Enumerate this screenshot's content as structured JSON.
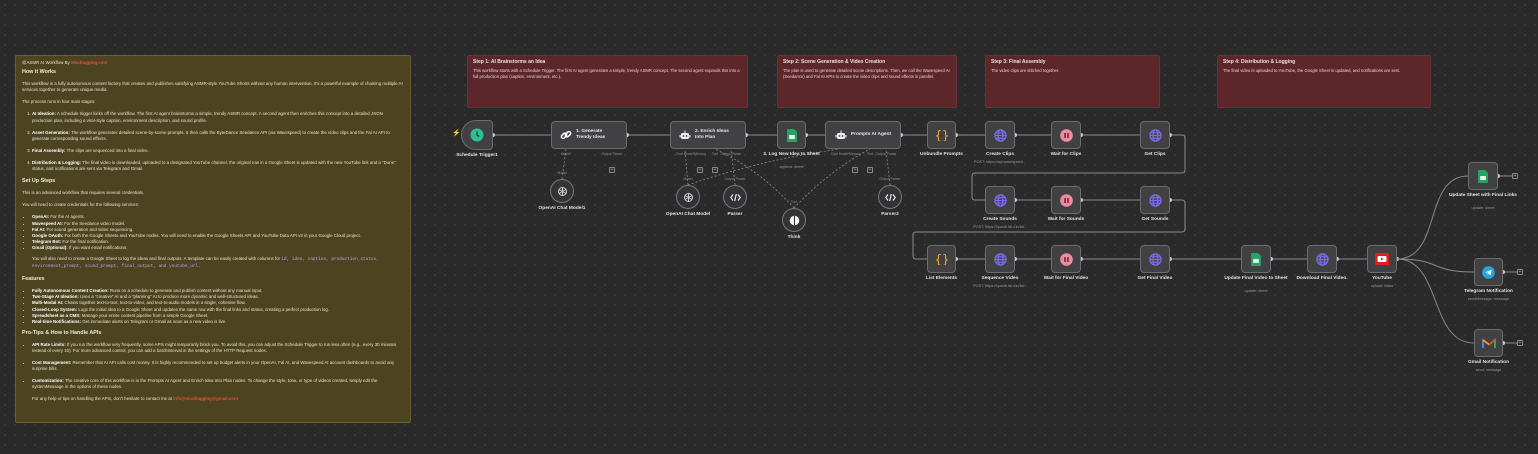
{
  "main_note": {
    "title_prefix": "@ASMR AI Workflow By ",
    "title_link": "Mixdragging.com",
    "blocks": [
      {
        "type": "h",
        "text": "How it Works"
      },
      {
        "type": "p",
        "text": "This workflow is a fully autonomous content factory that creates and publishes satisfying ASMR-style YouTube Shorts without any human intervention. It's a powerful example of chaining multiple AI services together to generate unique media."
      },
      {
        "type": "p",
        "text": "The process runs in four main stages:"
      },
      {
        "type": "ol",
        "items": [
          {
            "b": "AI Ideation:",
            "t": " A schedule trigger kicks off the workflow. The first AI agent brainstorms a simple, trendy ASMR concept. A second agent then enriches this concept into a detailed JSON production plan, including a viral-style caption, environment description, and sound profile."
          },
          {
            "b": "Asset Generation:",
            "t": " The workflow generates detailed scene-by-scene prompts. It then calls the ByteDance Seedance API (via Wavespeed) to create the video clips and the Fal AI API to generate corresponding sound effects."
          },
          {
            "b": "Final Assembly:",
            "t": " The clips are sequenced into a final video."
          },
          {
            "b": "Distribution & Logging:",
            "t": " The final video is downloaded, uploaded to a designated YouTube channel, the original row in a Google Sheet is updated with the new YouTube link and a \"Done\" status, and notifications are sent via Telegram and Gmail."
          }
        ]
      },
      {
        "type": "h",
        "text": "Set Up Steps"
      },
      {
        "type": "p",
        "text": "This is an advanced workflow that requires several credentials."
      },
      {
        "type": "p",
        "text": "You will need to create credentials for the following services:"
      },
      {
        "type": "ul",
        "tight": true,
        "items": [
          {
            "b": "OpenAI:",
            "t": " For the AI agents."
          },
          {
            "b": "Wavespeed AI:",
            "t": " For the Seedance video model."
          },
          {
            "b": "Fal AI:",
            "t": " For sound generation and video sequencing."
          },
          {
            "b": "Google OAuth:",
            "t": " For both the Google Sheets and YouTube nodes. You will need to enable the Google Sheets API and YouTube Data API v3 in your Google Cloud project."
          },
          {
            "b": "Telegram Bot:",
            "t": " For the final notification."
          },
          {
            "b": "Gmail (Optional):",
            "t": " If you want email notifications."
          }
        ]
      },
      {
        "type": "p",
        "indent": true,
        "text": "You will also need to create a Google Sheet to log the ideas and final outputs. A template can be easily created with columns for ",
        "code": "id, idea, caption, production_status, environment_prompt, sound_prompt, final_output, and youtube_url."
      },
      {
        "type": "h",
        "text": "Features"
      },
      {
        "type": "ul",
        "tight": true,
        "items": [
          {
            "b": "Fully Autonomous Content Creation:",
            "t": " Runs on a schedule to generate and publish content without any manual input."
          },
          {
            "b": "Two-Stage AI Ideation:",
            "t": " Uses a \"creative\" AI and a \"planning\" AI to produce more dynamic and well-structured ideas."
          },
          {
            "b": "Multi-Modal AI:",
            "t": " Chains together text-to-text, text-to-video, and text-to-audio models in a single, cohesive flow."
          },
          {
            "b": "Closed-Loop System:",
            "t": " Logs the initial idea to a Google Sheet and updates the same row with the final links and status, creating a perfect production log."
          },
          {
            "b": "Spreadsheet as a CMS:",
            "t": " Manage your entire content pipeline from a simple Google Sheet."
          },
          {
            "b": "Real-time Notifications:",
            "t": " Get immediate alerts on Telegram or Gmail as soon as a new video is live."
          }
        ]
      },
      {
        "type": "h",
        "text": "Pro-Tips & How to Handle APIs"
      },
      {
        "type": "ul",
        "items": [
          {
            "b": "API Rate Limits:",
            "t": " If you run the workflow very frequently, some APIs might temporarily block you. To avoid this, you can adjust the Schedule Trigger to run less often (e.g., every 30 minutes instead of every 10). For more advanced control, you can add a batchInterval in the settings of the HTTP Request nodes."
          },
          {
            "b": "Cost Management:",
            "t": " Remember that AI API calls cost money. It is highly recommended to set up budget alerts in your OpenAI, Fal AI, and Wavespeed AI account dashboards to avoid any surprise bills."
          },
          {
            "b": "Customization:",
            "t": " The creative core of this workflow is in the Prompts AI Agent and Enrich Idea Into Plan nodes. To change the style, tone, or type of videos created, simply edit the systemMessage in the options of these nodes."
          }
        ]
      },
      {
        "type": "p",
        "indent": true,
        "text": "For any help or tips on handling the APIs, don't hesitate to contact me at ",
        "red": "info@mixdragging@gmail.com"
      }
    ]
  },
  "step_notes": [
    {
      "id": "step1",
      "title": "Step 1: AI Brainstorms an Idea",
      "text": "This workflow starts with a Schedule Trigger. The first AI agent generates a simple, trendy ASMR concept. The second agent expands this into a full production plan (caption, environment, etc.)."
    },
    {
      "id": "step2",
      "title": "Step 2: Scene Generation & Video Creation",
      "text": "The plan is used to generate detailed scene descriptions. Then, we call the Wavespeed AI (Seedance) and Fal AI APIs to create the video clips and sound effects in parallel."
    },
    {
      "id": "step3",
      "title": "Step 3: Final Assembly",
      "text": "The video clips are stitched together."
    },
    {
      "id": "step4",
      "title": "Step 4: Distribution & Logging",
      "text": "The final video is uploaded to YouTube, the Google Sheet is updated, and notifications are sent."
    }
  ],
  "nodes": [
    {
      "id": "trigger",
      "label": "Schedule Trigger1",
      "icon": "clock-icon"
    },
    {
      "id": "gen",
      "label": "1. Generate Trendy Ideas",
      "icon": "link-icon",
      "inner": true,
      "ports": [
        "Model*",
        "Output Parser"
      ]
    },
    {
      "id": "enrich",
      "label": "2. Enrich Ideas Into Plan",
      "icon": "robot-icon",
      "inner": true,
      "ports": [
        "Chat Model*",
        "Memory",
        "Tool",
        "Output Parser"
      ]
    },
    {
      "id": "log",
      "label": "3. Log New Idea to Sheet",
      "sub": "append: sheet",
      "icon": "sheets-icon"
    },
    {
      "id": "prompts",
      "label": "Prompts AI Agent",
      "icon": "robot-icon",
      "inner": true,
      "ports": [
        "Chat Model*",
        "Memory",
        "Tool",
        "Output Parser"
      ]
    },
    {
      "id": "unbundle",
      "label": "Unbundle Prompts",
      "icon": "code-icon"
    },
    {
      "id": "createClips",
      "label": "Create Clips",
      "sub": "POST: https://api.wavespeed...",
      "icon": "globe-icon"
    },
    {
      "id": "waitClips",
      "label": "Wait for Clips",
      "icon": "pause-icon"
    },
    {
      "id": "getClips",
      "label": "Get Clips",
      "icon": "globe-icon"
    },
    {
      "id": "createSounds",
      "label": "Create Sounds",
      "sub": "POST: https://queue.fal.run/fal...",
      "icon": "globe-icon"
    },
    {
      "id": "waitSounds",
      "label": "Wait for Sounds",
      "icon": "pause-icon"
    },
    {
      "id": "getSounds",
      "label": "Get Sounds",
      "icon": "globe-icon"
    },
    {
      "id": "listEl",
      "label": "List Elements",
      "icon": "code-icon"
    },
    {
      "id": "seqVideo",
      "label": "Sequence Video",
      "sub": "POST: https://queue.fal.run/fal...",
      "icon": "globe-icon"
    },
    {
      "id": "waitFinal",
      "label": "Wait for Final Video",
      "icon": "pause-icon"
    },
    {
      "id": "getFinal",
      "label": "Get Final Video",
      "icon": "globe-icon"
    },
    {
      "id": "updFinal",
      "label": "Update Final Video to Sheet",
      "sub": "update: sheet",
      "icon": "sheets-icon"
    },
    {
      "id": "download",
      "label": "Download Final Video.",
      "icon": "globe-icon"
    },
    {
      "id": "youtube",
      "label": "YouTube",
      "sub": "upload: video",
      "icon": "youtube-icon"
    },
    {
      "id": "updSheet",
      "label": "Update Sheet with Final Links",
      "sub": "update: sheet",
      "icon": "sheets-icon"
    },
    {
      "id": "telegram",
      "label": "Telegram Notification",
      "sub": "sendMessage: message",
      "icon": "telegram-icon"
    },
    {
      "id": "gmail",
      "label": "Gmail Notification",
      "sub": "send: message",
      "icon": "gmail-icon"
    }
  ],
  "sub_nodes": [
    {
      "id": "om1",
      "label": "OpenAI Chat Model1",
      "top": "Model",
      "icon": "openai-icon"
    },
    {
      "id": "om",
      "label": "OpenAI Chat Model",
      "top": "Model",
      "icon": "openai-icon"
    },
    {
      "id": "parser",
      "label": "Parser",
      "top": "Output Parser",
      "icon": "code-brackets-icon"
    },
    {
      "id": "think",
      "label": "Think",
      "top": "Tool",
      "icon": "think-icon"
    },
    {
      "id": "parser2",
      "label": "Parser2",
      "top": "Output Parser",
      "icon": "code-brackets-icon"
    }
  ],
  "colors": {
    "note_bg": "#4c4320",
    "step_bg": "#5d262b",
    "globe": "#7b6cf0",
    "wait": "#f08aa0",
    "code": "#f5a623",
    "sheets": "#21a464",
    "youtube": "#e01e1e",
    "telegram": "#2aa3df",
    "accent_red": "#e0503a"
  }
}
